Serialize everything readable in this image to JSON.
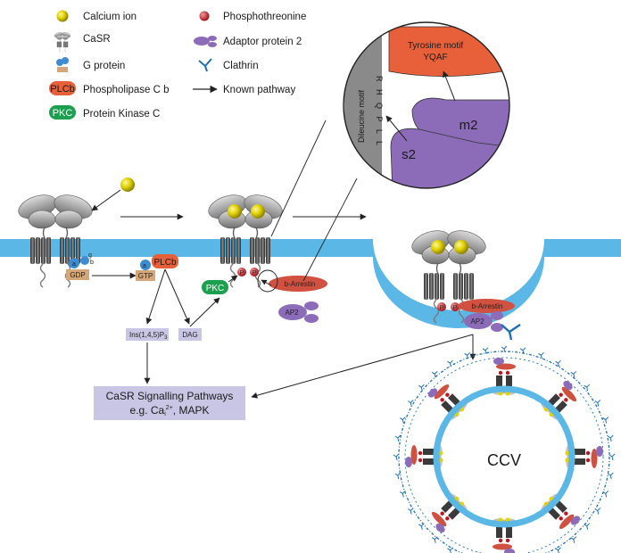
{
  "legend": {
    "calcium_ion": "Calcium ion",
    "casr": "CaSR",
    "g_protein": "G protein",
    "plcb_badge": "PLCb",
    "plcb": "Phospholipase C b",
    "pkc_badge": "PKC",
    "pkc": "Protein Kinase C",
    "phosphothreonine": "Phosphothreonine",
    "adaptor": "Adaptor protein 2",
    "clathrin": "Clathrin",
    "pathway": "Known pathway"
  },
  "labels": {
    "gdp": "GDP",
    "gtp": "GTP",
    "g_alpha": "a",
    "g_beta": "b",
    "g_gamma": "g",
    "plcb": "PLCb",
    "pkc": "PKC",
    "ins": "Ins(1,4,5)P",
    "ins_sub": "3",
    "dag": "DAG",
    "arrestin": "b-Arrestin",
    "ap2": "AP2",
    "p": "P",
    "signal_title": "CaSR Signalling Pathways",
    "signal_sub_prefix": "e.g. Ca",
    "signal_sub_i": "i",
    "signal_sub_sup": "2+",
    "signal_sub_suffix": ", MAPK",
    "ccv": "CCV"
  },
  "inset": {
    "dileucine_title": "Dileucine motif",
    "dileucine_seq": "R H Q P L L",
    "tyrosine_title": "Tyrosine motif",
    "tyrosine_seq": "YQAF",
    "m2": "m2",
    "s2": "s2"
  },
  "colors": {
    "membrane": "#5bb8e6",
    "plcb": "#e8603a",
    "pkc": "#1aa04f",
    "arrestin": "#d0513f",
    "ap2": "#8c6cb8",
    "clathrin": "#1f6fb5",
    "calcium": "#e3d400",
    "signal_box": "#c8c6e4",
    "gdp": "#d4a77a"
  }
}
